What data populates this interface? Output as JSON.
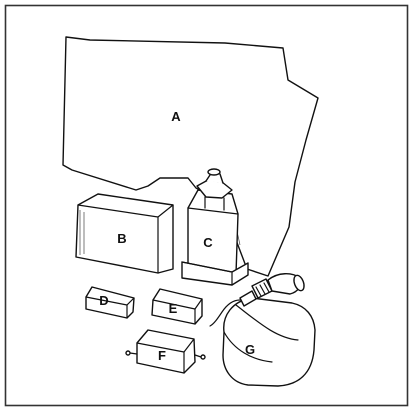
{
  "diagram": {
    "parts": [
      {
        "id": "A",
        "label": "A"
      },
      {
        "id": "B",
        "label": "B"
      },
      {
        "id": "C",
        "label": "C"
      },
      {
        "id": "D",
        "label": "D"
      },
      {
        "id": "E",
        "label": "E"
      },
      {
        "id": "F",
        "label": "F"
      },
      {
        "id": "G",
        "label": "G"
      }
    ]
  }
}
